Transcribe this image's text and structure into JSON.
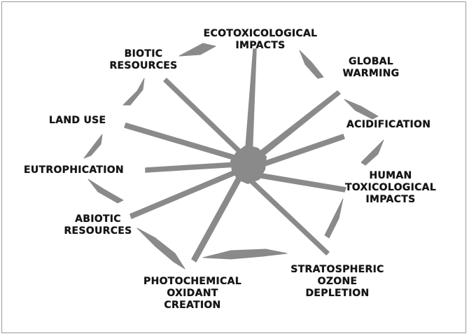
{
  "diagram": {
    "hub_color": "#8a8a8a",
    "text_color": "#151515",
    "labels": {
      "ecotoxicological": "ECOTOXICOLOGICAL\nIMPACTS",
      "global_warming": "GLOBAL\nWARMING",
      "acidification": "ACIDIFICATION",
      "human_toxicological": "HUMAN\nTOXICOLOGICAL\nIMPACTS",
      "stratospheric_ozone": "STRATOSPHERIC\nOZONE\nDEPLETION",
      "photochemical": "PHOTOCHEMICAL\nOXIDANT\nCREATION",
      "abiotic_resources": "ABIOTIC\nRESOURCES",
      "eutrophication": "EUTROPHICATION",
      "land_use": "LAND USE",
      "biotic_resources": "BIOTIC\nRESOURCES"
    }
  }
}
